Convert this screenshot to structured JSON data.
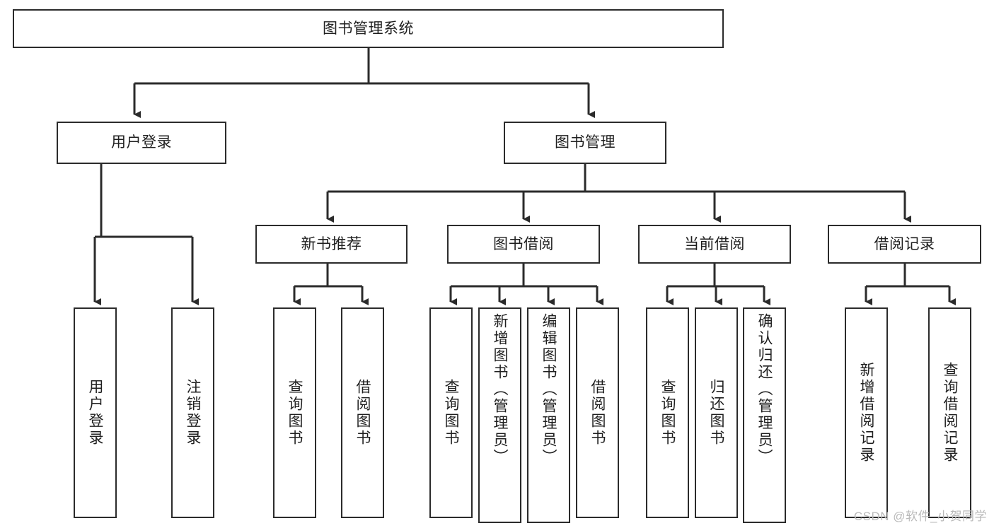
{
  "diagram": {
    "type": "tree-hierarchy",
    "title": "图书管理系统",
    "colors": {
      "box_border": "#2b2b2b",
      "box_fill": "#ffffff",
      "edge": "#2b2b2b",
      "text": "#1f1f1f",
      "watermark": "#b9b9b9",
      "background": "#ffffff"
    },
    "root": {
      "label": "图书管理系统"
    },
    "level2": [
      {
        "label": "用户登录"
      },
      {
        "label": "图书管理"
      }
    ],
    "level3": [
      {
        "label": "新书推荐"
      },
      {
        "label": "图书借阅"
      },
      {
        "label": "当前借阅"
      },
      {
        "label": "借阅记录"
      }
    ],
    "leaves": {
      "user_login": [
        {
          "label": "用户登录"
        },
        {
          "label": "注销登录"
        }
      ],
      "new_book_recommend": [
        {
          "label": "查询图书"
        },
        {
          "label": "借阅图书"
        }
      ],
      "book_borrow": [
        {
          "label": "查询图书"
        },
        {
          "label": "新增图书（管理员）"
        },
        {
          "label": "编辑图书（管理员）"
        },
        {
          "label": "借阅图书"
        }
      ],
      "current_borrow": [
        {
          "label": "查询图书"
        },
        {
          "label": "归还图书"
        },
        {
          "label": "确认归还（管理员）"
        }
      ],
      "borrow_record": [
        {
          "label": "新增借阅记录"
        },
        {
          "label": "查询借阅记录"
        }
      ]
    },
    "watermark": "CSDN @软件_小贺同学"
  }
}
